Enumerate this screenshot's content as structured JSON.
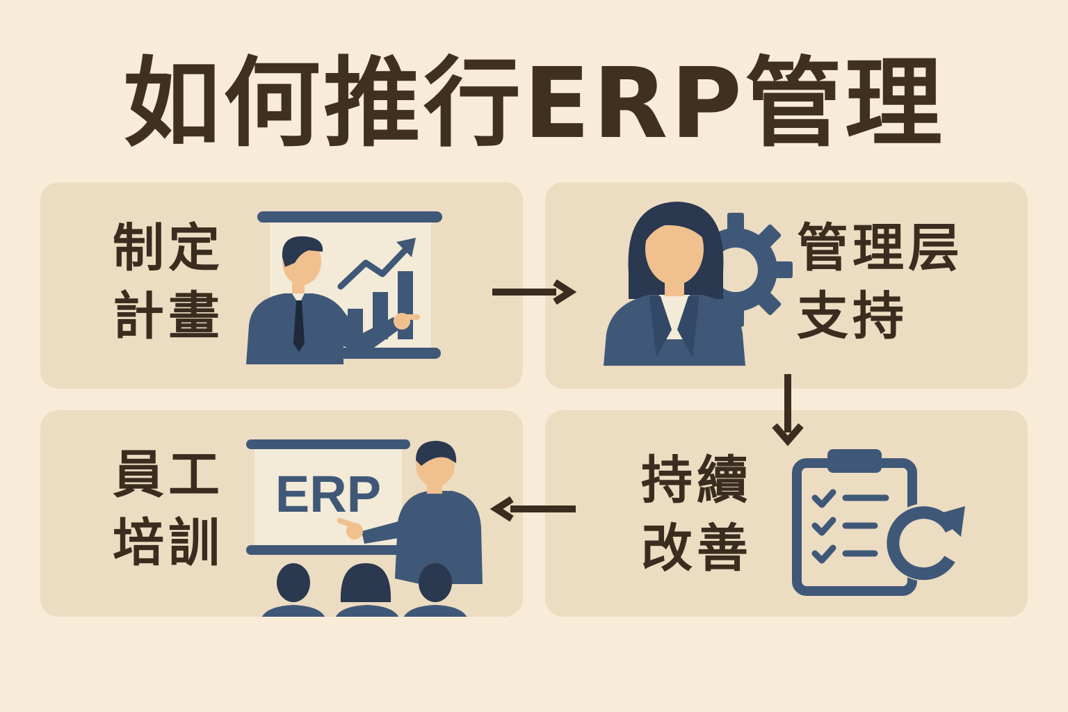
{
  "title": "如何推行ERP管理",
  "steps": [
    {
      "line1": "制定",
      "line2": "計畫",
      "icon": "presenter-chart-icon"
    },
    {
      "line1": "管理层",
      "line2": "支持",
      "icon": "manager-gear-icon"
    },
    {
      "line1": "員工",
      "line2": "培訓",
      "icon": "training-audience-icon",
      "board_text": "ERP"
    },
    {
      "line1": "持續",
      "line2": "改善",
      "icon": "checklist-refresh-icon"
    }
  ],
  "colors": {
    "background": "#f8ecd9",
    "panel": "#ecdcc1",
    "text": "#3a2d1f",
    "figure": "#3f5878",
    "skin": "#f1c08f",
    "arrow": "#3a2d1f"
  }
}
